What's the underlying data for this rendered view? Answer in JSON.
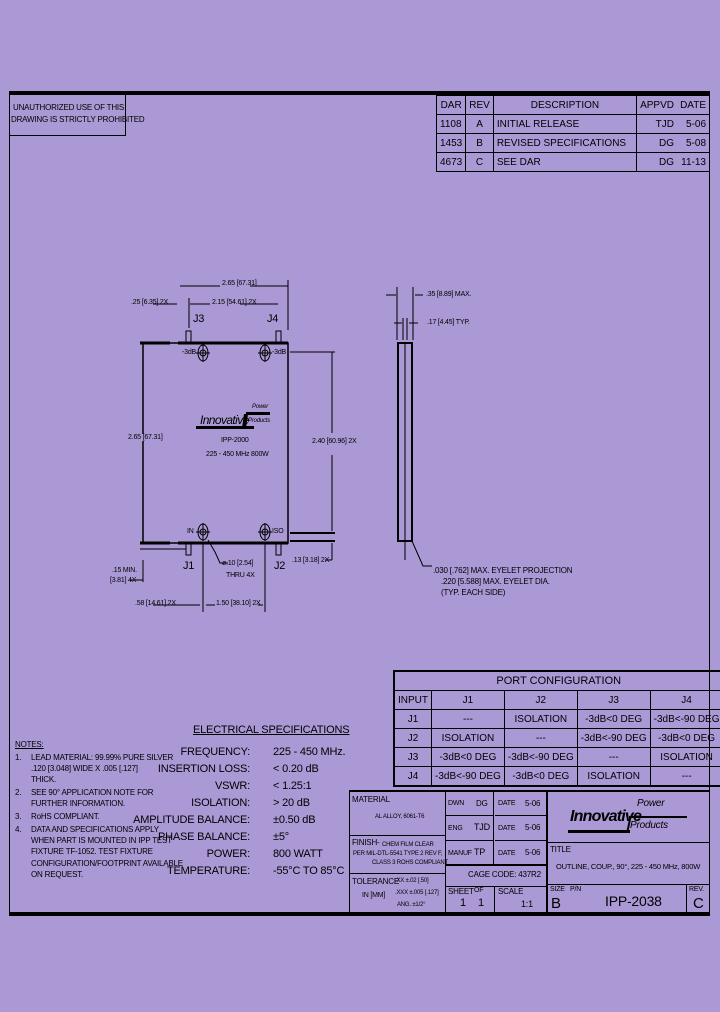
{
  "warning": {
    "line1": "UNAUTHORIZED USE OF THIS",
    "line2": "DRAWING IS STRICTLY PROHIBITED"
  },
  "revision_table": {
    "headers": [
      "DAR",
      "REV",
      "DESCRIPTION",
      "APPVD",
      "DATE"
    ],
    "rows": [
      [
        "1108",
        "A",
        "INITIAL RELEASE",
        "TJD",
        "5-06"
      ],
      [
        "1453",
        "B",
        "REVISED SPECIFICATIONS",
        "DG",
        "5-08"
      ],
      [
        "4673",
        "C",
        "SEE DAR",
        "DG",
        "11-13"
      ]
    ]
  },
  "drawing": {
    "dim_overall_width": "2.65 [67.31]",
    "dim_port_spacing_top": "2.15 [54.61] 2X",
    "dim_edge_offset": ".25 [6.35] 2X",
    "dim_height": "2.65 [67.31]",
    "dim_hole_spacing": "2.40 [60.96] 2X",
    "dim_pin_offset": ".13 [3.18] 2X",
    "dim_lead_min": ".15 MIN.",
    "dim_lead_min_mm": "[3.81] 4X",
    "dim_hole_edge": ".58 [14.61] 2X",
    "dim_hole_pitch": "1.50 [38.10] 2X",
    "hole_callout_1": "ø.10 [2.54]",
    "hole_callout_2": "THRU 4X",
    "port_j1": "J1",
    "port_j2": "J2",
    "port_j3": "J3",
    "port_j4": "J4",
    "label_tl": "-3dB",
    "label_tr": "-3dB",
    "label_bl": "IN",
    "label_br": "ISO",
    "logo_main": "Innovative",
    "logo_power": "Power",
    "logo_products": "Products",
    "part_label": "IPP-2000",
    "part_spec": "225 - 450 MHz 800W",
    "side_thickness": ".35 [8.89] MAX.",
    "side_lead": ".17 [4.45] TYP.",
    "eyelet_1": ".030 [.762] MAX. EYELET PROJECTION",
    "eyelet_2": ".220 [5.588] MAX. EYELET DIA.",
    "eyelet_3": "(TYP. EACH SIDE)"
  },
  "port_config": {
    "title": "PORT CONFIGURATION",
    "headers": [
      "INPUT",
      "J1",
      "J2",
      "J3",
      "J4"
    ],
    "rows": [
      [
        "J1",
        "---",
        "ISOLATION",
        "-3dB<0 DEG",
        "-3dB<-90 DEG"
      ],
      [
        "J2",
        "ISOLATION",
        "---",
        "-3dB<-90 DEG",
        "-3dB<0 DEG"
      ],
      [
        "J3",
        "-3dB<0 DEG",
        "-3dB<-90 DEG",
        "---",
        "ISOLATION"
      ],
      [
        "J4",
        "-3dB<-90 DEG",
        "-3dB<0 DEG",
        "ISOLATION",
        "---"
      ]
    ]
  },
  "electrical_specs": {
    "title": "ELECTRICAL SPECIFICATIONS",
    "items": [
      {
        "label": "FREQUENCY:",
        "value": "225 - 450 MHz."
      },
      {
        "label": "INSERTION LOSS:",
        "value": "< 0.20 dB"
      },
      {
        "label": "VSWR:",
        "value": "< 1.25:1"
      },
      {
        "label": "ISOLATION:",
        "value": "> 20 dB"
      },
      {
        "label": "AMPLITUDE BALANCE:",
        "value": "±0.50 dB"
      },
      {
        "label": "PHASE BALANCE:",
        "value": "±5°"
      },
      {
        "label": "POWER:",
        "value": "800 WATT"
      },
      {
        "label": "TEMPERATURE:",
        "value": "-55°C TO 85°C"
      }
    ]
  },
  "notes": {
    "title": "NOTES:",
    "items": [
      {
        "num": "1.",
        "lines": [
          "LEAD MATERIAL: 99.99% PURE SILVER",
          ".120 [3.048] WIDE X .005 [.127]",
          "THICK."
        ]
      },
      {
        "num": "2.",
        "lines": [
          "SEE 90° APPLICATION NOTE FOR",
          "FURTHER INFORMATION."
        ]
      },
      {
        "num": "3.",
        "lines": [
          "RoHS COMPLIANT."
        ]
      },
      {
        "num": "4.",
        "lines": [
          "DATA AND SPECIFICATIONS APPLY",
          "WHEN PART IS MOUNTED IN IPP TEST",
          "FIXTURE TF-1052. TEST FIXTURE",
          "CONFIGURATION/FOOTPRINT AVAILABLE",
          "ON REQUEST."
        ]
      }
    ]
  },
  "title_block": {
    "material_label": "MATERIAL",
    "material_value": "AL ALLOY, 6061-T6",
    "finish_label": "FINISH-",
    "finish_line1": "CHEM FILM CLEAR",
    "finish_line2": "PER MIL-DTL-5541 TYPE 2 REV F,",
    "finish_line3": "CLASS 3 ROHS COMPLIANT",
    "tolerance_label": "TOLERANCE",
    "tolerance_unit": "IN [MM]",
    "tol_1": ".XX  ±.02  [.50]",
    "tol_2": ".XXX  ±.005  [.127]",
    "tol_3": "ANG. ±1/2°",
    "dwn_label": "DWN",
    "dwn_value": "DG",
    "dwn_date_label": "DATE",
    "dwn_date": "5-06",
    "eng_label": "ENG",
    "eng_value": "TJD",
    "eng_date_label": "DATE",
    "eng_date": "5-06",
    "manuf_label": "MANUF",
    "manuf_value": "TP",
    "manuf_date_label": "DATE",
    "manuf_date": "5-06",
    "cage_code": "CAGE CODE: 437R2",
    "sheet_label": "SHEET",
    "of_label": "OF",
    "sheet_num": "1",
    "sheet_total": "1",
    "scale_label": "SCALE",
    "scale_value": "1:1",
    "logo_main": "Innovative",
    "logo_power": "Power",
    "logo_products": "Products",
    "title_label": "TITLE",
    "title_value": "OUTLINE, COUP., 90°, 225 - 450 MHz, 800W",
    "size_label": "SIZE",
    "size_value": "B",
    "pn_label": "P/N",
    "pn_value": "IPP-2038",
    "rev_label": "REV.",
    "rev_value": "C"
  },
  "colors": {
    "background": "#ab99d5",
    "ink": "#000000"
  }
}
